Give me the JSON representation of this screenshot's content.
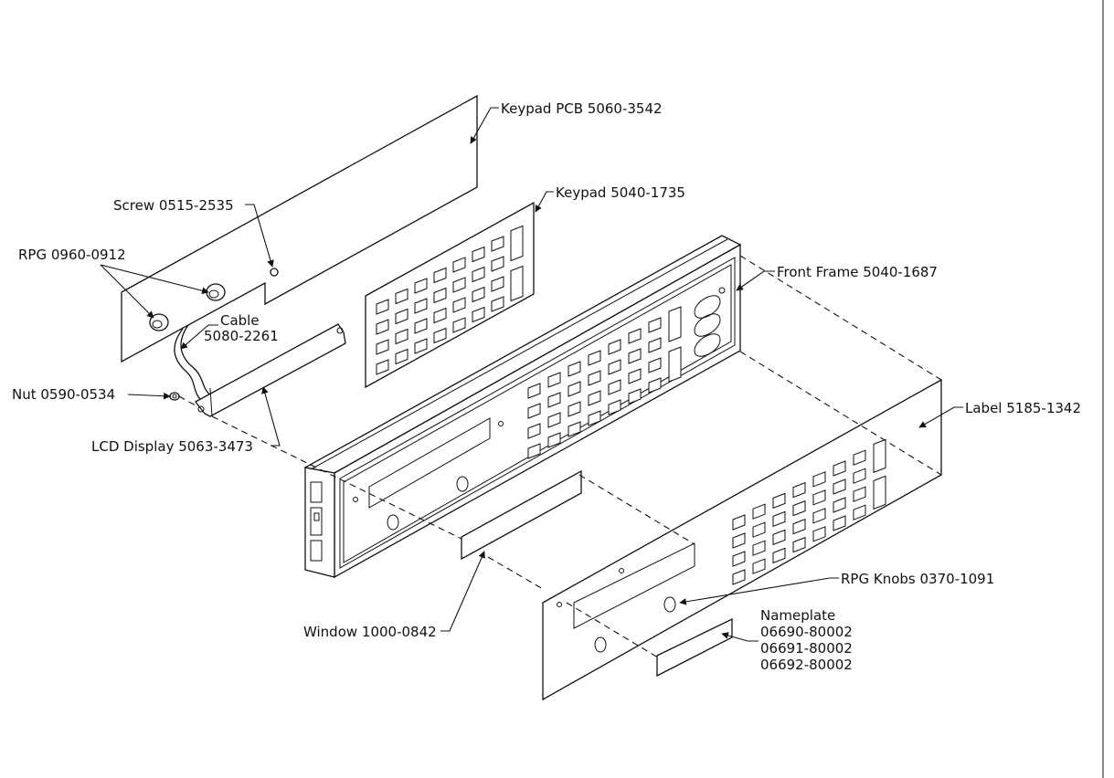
{
  "labels": {
    "keypad_pcb": "Keypad PCB 5060-3542",
    "keypad": "Keypad 5040-1735",
    "screw": "Screw 0515-2535",
    "rpg": "RPG 0960-0912",
    "front_frame": "Front Frame 5040-1687",
    "cable_1": "Cable",
    "cable_2": "5080-2261",
    "nut": "Nut 0590-0534",
    "lcd_display": "LCD Display 5063-3473",
    "label": "Label 5185-1342",
    "rpg_knobs": "RPG Knobs 0370-1091",
    "nameplate_title": "Nameplate",
    "nameplate_1": "06690-80002",
    "nameplate_2": "06691-80002",
    "nameplate_3": "06692-80002",
    "window": "Window 1000-0842"
  }
}
